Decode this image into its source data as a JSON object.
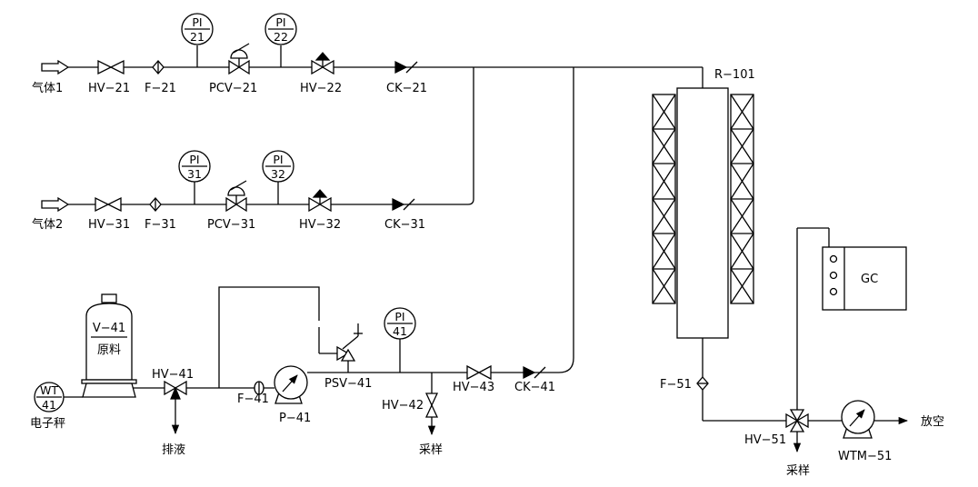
{
  "inputs": {
    "gas1": "气体1",
    "gas2": "气体2"
  },
  "line21": {
    "hv": "HV−21",
    "f": "F−21",
    "pcv": "PCV−21",
    "hv2": "HV−22",
    "ck": "CK−21",
    "pi1": [
      "PI",
      "21"
    ],
    "pi2": [
      "PI",
      "22"
    ]
  },
  "line31": {
    "hv": "HV−31",
    "f": "F−31",
    "pcv": "PCV−31",
    "hv2": "HV−32",
    "ck": "CK−31",
    "pi1": [
      "PI",
      "31"
    ],
    "pi2": [
      "PI",
      "32"
    ]
  },
  "reactor": {
    "tag": "R−101"
  },
  "feed": {
    "tank": "V−41",
    "tank_desc": "原料",
    "wt": [
      "WT",
      "41"
    ],
    "scale": "电子秤",
    "hv41": "HV−41",
    "drain": "排液",
    "f41": "F−41",
    "pump": "P−41",
    "psv": "PSV−41",
    "pi": [
      "PI",
      "41"
    ],
    "hv42": "HV−42",
    "sample": "采样",
    "hv43": "HV−43",
    "ck41": "CK−41"
  },
  "outlet": {
    "f51": "F−51",
    "hv51": "HV−51",
    "sample": "采样",
    "wtm": "WTM−51",
    "vent": "放空",
    "gc": "GC"
  }
}
